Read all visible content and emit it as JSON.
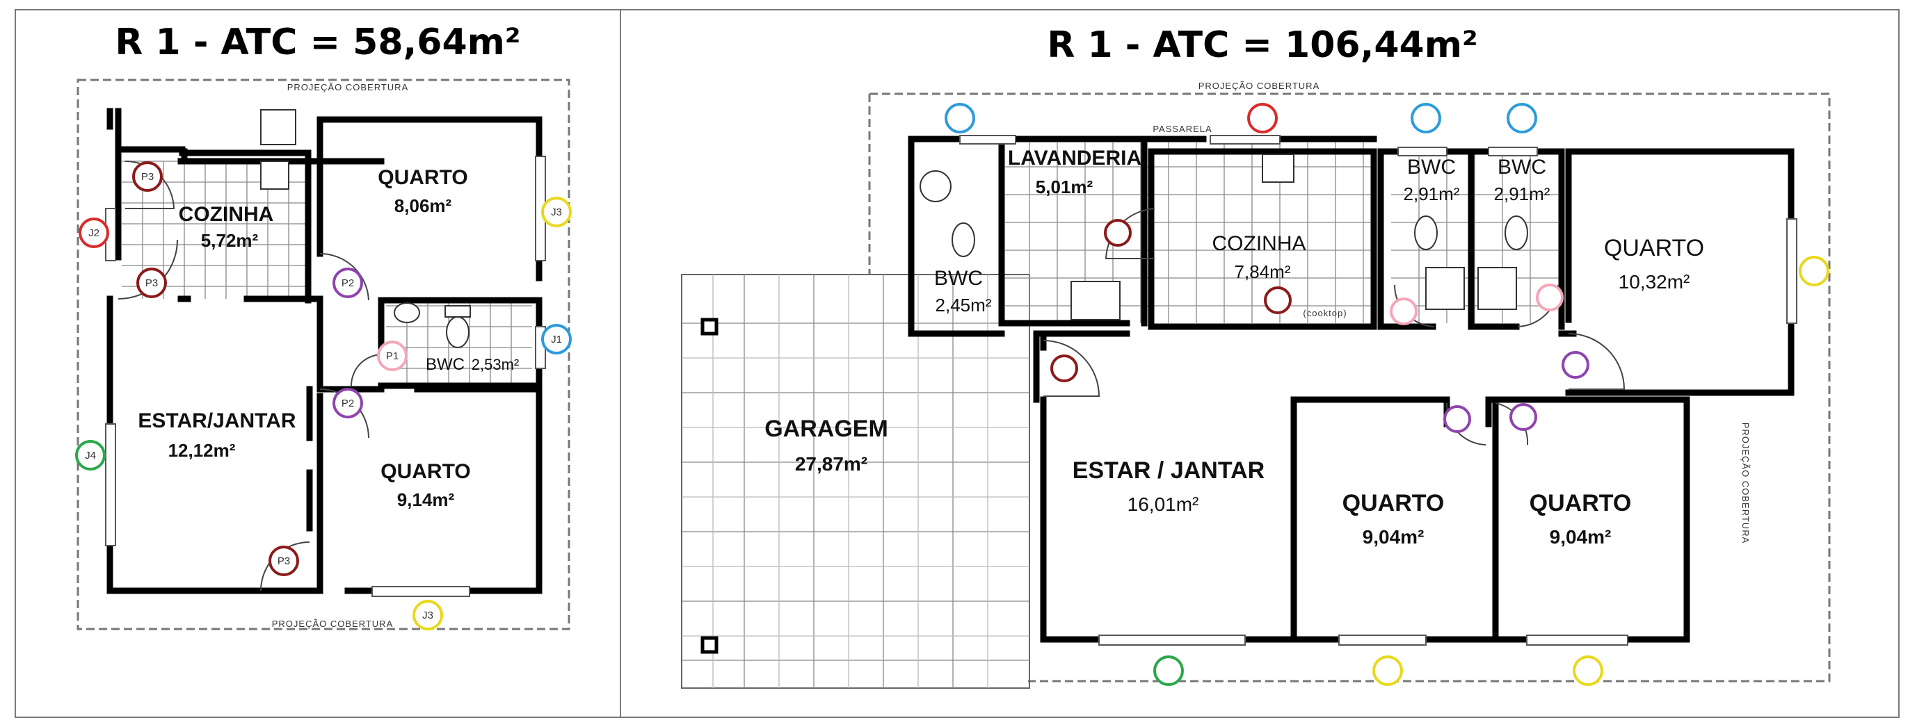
{
  "left_plan": {
    "title": "R 1 - ATC = 58,64m²",
    "projection_top": "PROJEÇÃO COBERTURA",
    "projection_bottom": "PROJEÇÃO COBERTURA",
    "rooms": {
      "quarto_top": {
        "name": "QUARTO",
        "area": "8,06m²"
      },
      "cozinha": {
        "name": "COZINHA",
        "area": "5,72m²"
      },
      "bwc": {
        "name": "BWC",
        "area": "2,53m²"
      },
      "estar": {
        "name": "ESTAR/JANTAR",
        "area": "12,12m²"
      },
      "quarto_bottom": {
        "name": "QUARTO",
        "area": "9,14m²"
      }
    },
    "tags": {
      "p3_a": "P3",
      "j2": "J2",
      "p3_b": "P3",
      "p2_a": "P2",
      "p1": "P1",
      "j3_right": "J3",
      "j1": "J1",
      "p2_b": "P2",
      "j4": "J4",
      "p3_c": "P3",
      "j3_bottom": "J3"
    }
  },
  "right_plan": {
    "title": "R 1 - ATC = 106,44m²",
    "projection_top": "PROJEÇÃO COBERTURA",
    "projection_right": "PROJEÇÃO COBERTURA",
    "passarela": "PASSARELA",
    "cozinha_note": "(cooktop)",
    "rooms": {
      "lavanderia": {
        "name": "LAVANDERIA",
        "area": "5,01m²"
      },
      "bwc_small": {
        "name": "BWC",
        "area": "2,45m²"
      },
      "cozinha": {
        "name": "COZINHA",
        "area": "7,84m²"
      },
      "bwc_a": {
        "name": "BWC",
        "area": "2,91m²"
      },
      "bwc_b": {
        "name": "BWC",
        "area": "2,91m²"
      },
      "quarto_main": {
        "name": "QUARTO",
        "area": "10,32m²"
      },
      "garagem": {
        "name": "GARAGEM",
        "area": "27,87m²"
      },
      "estar": {
        "name": "ESTAR / JANTAR",
        "area": "16,01m²"
      },
      "quarto_a": {
        "name": "QUARTO",
        "area": "9,04m²"
      },
      "quarto_b": {
        "name": "QUARTO",
        "area": "9,04m²"
      }
    }
  },
  "colors": {
    "red": "#d92b2b",
    "darkred": "#8b1a1a",
    "purple": "#8e44ad",
    "pink": "#f4a6b8",
    "blue": "#2d9bdb",
    "yellow": "#e8d91c",
    "green": "#2aa84a"
  }
}
